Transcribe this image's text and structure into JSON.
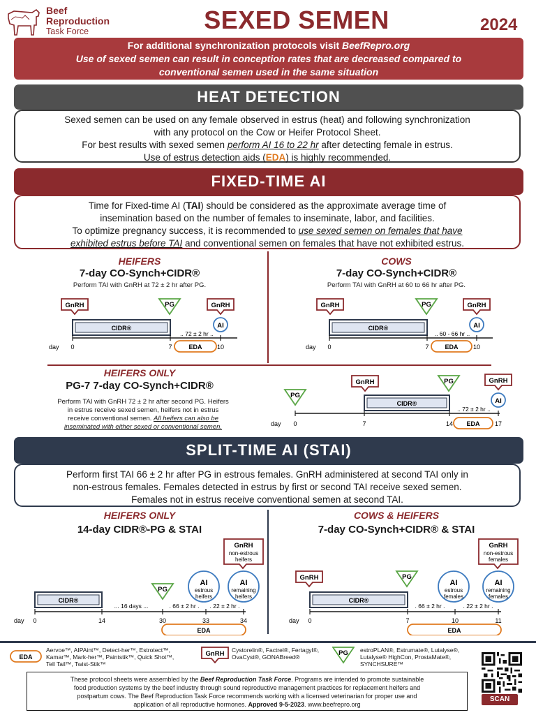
{
  "header": {
    "logo_line1": "Beef",
    "logo_line2": "Reproduction",
    "logo_line3": "Task Force",
    "title": "SEXED SEMEN PROTOCOLS",
    "year": "2024"
  },
  "banner": {
    "line1_prefix": "For additional synchronization protocols visit ",
    "line1_link": "BeefRepro.org",
    "line2": "Use of sexed semen can result in conception rates that are decreased compared to",
    "line3": "conventional semen used in the same situation"
  },
  "heat": {
    "title": "HEAT DETECTION",
    "p1": "Sexed semen can be used on any female observed in estrus (heat) and following synchronization",
    "p2": "with any protocol on the Cow or Heifer Protocol Sheet.",
    "p3_a": "For best results with sexed semen ",
    "p3_u": "perform AI 16 to 22 hr",
    "p3_b": " after detecting female in estrus.",
    "p4_a": "Use of estrus detection aids (",
    "p4_eda": "EDA",
    "p4_b": ") is highly recommended."
  },
  "fta": {
    "title": "FIXED-TIME AI",
    "p1_a": "Time for Fixed-time AI (",
    "p1_tai": "TAI",
    "p1_b": ") should be considered as the approximate average time of",
    "p2": "insemination based on the number of females to inseminate, labor, and facilities.",
    "p3_a": "To optimize pregnancy success, it is recommended to ",
    "p3_u": "use sexed semen on females that have",
    "p4_u": "exhibited estrus before TAI",
    "p4_b": " and conventional semen on females that have not exhibited estrus."
  },
  "heifers1": {
    "label": "HEIFERS",
    "protocol": "7-day CO-Synch+CIDR®",
    "note": "Perform TAI with GnRH at 72 ± 2 hr after PG.",
    "gnrh": "GnRH",
    "pg": "PG",
    "ai": "AI",
    "cidr": "CIDR®",
    "interval": ".. 72 ± 2 hr ..",
    "eda": "EDA",
    "day": "day",
    "d0": "0",
    "d7": "7",
    "d10": "10"
  },
  "cows1": {
    "label": "COWS",
    "protocol": "7-day CO-Synch+CIDR®",
    "note": "Perform TAI with GnRH at 60 to 66 hr after PG.",
    "gnrh": "GnRH",
    "pg": "PG",
    "ai": "AI",
    "cidr": "CIDR®",
    "interval": ".. 60 - 66 hr ..",
    "eda": "EDA",
    "day": "day",
    "d0": "0",
    "d7": "7",
    "d10": "10"
  },
  "heifers_only1": {
    "label": "HEIFERS ONLY",
    "protocol": "PG-7 7-day CO-Synch+CIDR®",
    "note1": "Perform TAI with GnRH 72 ± 2 hr after second PG. Heifers",
    "note2": "in estrus receive sexed semen, heifers not in estrus",
    "note3": "receive conventional semen. ",
    "note3_u": "All heifers can also be",
    "note4_u": "inseminated with either sexed or conventional semen.",
    "pg": "PG",
    "gnrh": "GnRH",
    "ai": "AI",
    "cidr": "CIDR®",
    "interval": ".. 72 ± 2 hr ..",
    "eda": "EDA",
    "day": "day",
    "d0": "0",
    "d7": "7",
    "d14": "14",
    "d17": "17"
  },
  "stai": {
    "title": "SPLIT-TIME AI (STAI)",
    "p1": "Perform first TAI 66 ± 2 hr after PG in estrous females. GnRH administered at second TAI only in",
    "p2": "non-estrous females. Females detected in estrus by first or second TAI receive sexed semen.",
    "p3": "Females not in estrus receive conventional semen at second TAI."
  },
  "heifers_only2": {
    "label": "HEIFERS ONLY",
    "protocol": "14-day CIDR®-PG & STAI",
    "gnrh": "GnRH",
    "gnrh_sub1": "non-estrous",
    "gnrh_sub2": "heifers",
    "pg": "PG",
    "cidr": "CIDR®",
    "ai": "AI",
    "ai1_sub1": "estrous",
    "ai1_sub2": "heifers",
    "ai2_sub1": "remaining",
    "ai2_sub2": "heifers",
    "gap": "... 16 days ...",
    "int1": ". 66 ± 2 hr .",
    "int2": ". 22 ± 2 hr .",
    "eda": "EDA",
    "day": "day",
    "d0": "0",
    "d14": "14",
    "d30": "30",
    "d33": "33",
    "d34": "34"
  },
  "cows_heifers": {
    "label": "COWS & HEIFERS",
    "protocol": "7-day CO-Synch+CIDR® & STAI",
    "gnrh": "GnRH",
    "gnrh_sub1": "non-estrous",
    "gnrh_sub2": "females",
    "pg": "PG",
    "cidr": "CIDR®",
    "ai": "AI",
    "ai1_sub1": "estrous",
    "ai1_sub2": "females",
    "ai2_sub1": "remaining",
    "ai2_sub2": "females",
    "int1": ". 66 ± 2 hr .",
    "int2": ". 22 ± 2 hr .",
    "eda": "EDA",
    "day": "day",
    "d0": "0",
    "d7": "7",
    "d10": "10",
    "d11": "11"
  },
  "legend": {
    "eda": "EDA",
    "eda_text1": "Aervoe™, AIPAint™, Detect-her™, Estrotect™,",
    "eda_text2": "Kamar™, Mark-her™, Paintstik™, Quick Shot™,",
    "eda_text3": "Tell Tail™, Twist-Stik™",
    "gnrh": "GnRH",
    "gnrh_text1": "Cystorelin®, Factrel®, Fertagyl®,",
    "gnrh_text2": "OvaCyst®, GONABreed®",
    "pg": "PG",
    "pg_text1": "estroPLAN®, Estrumate®, Lutalyse®,",
    "pg_text2": "Lutalyse® HighCon, ProstaMate®,",
    "pg_text3": "SYNCHSURE™"
  },
  "footer": {
    "l1_a": "These protocol sheets were assembled by the ",
    "l1_b": "Beef Reproduction Task Force",
    "l1_c": ". Programs are intended to promote sustainable",
    "l2": "food production systems by the beef industry through sound reproductive management practices for replacement heifers and",
    "l3": "postpartum cows. The Beef Reproduction Task Force recommends working with a licensed veterinarian for proper use and",
    "l4_a": "application of all reproductive hormones. ",
    "l4_b": "Approved 9-5-2023",
    "l4_c": ". www.beefrepro.org",
    "scan": "SCAN"
  },
  "colors": {
    "maroon": "#8b2a2d",
    "grey_bar": "#505050",
    "navy_bar": "#2f3a4d",
    "cidr_fill": "#dfe5f1",
    "pg_green": "#5aa646",
    "ai_blue": "#3f7cc0",
    "eda_orange": "#e07a1f"
  }
}
